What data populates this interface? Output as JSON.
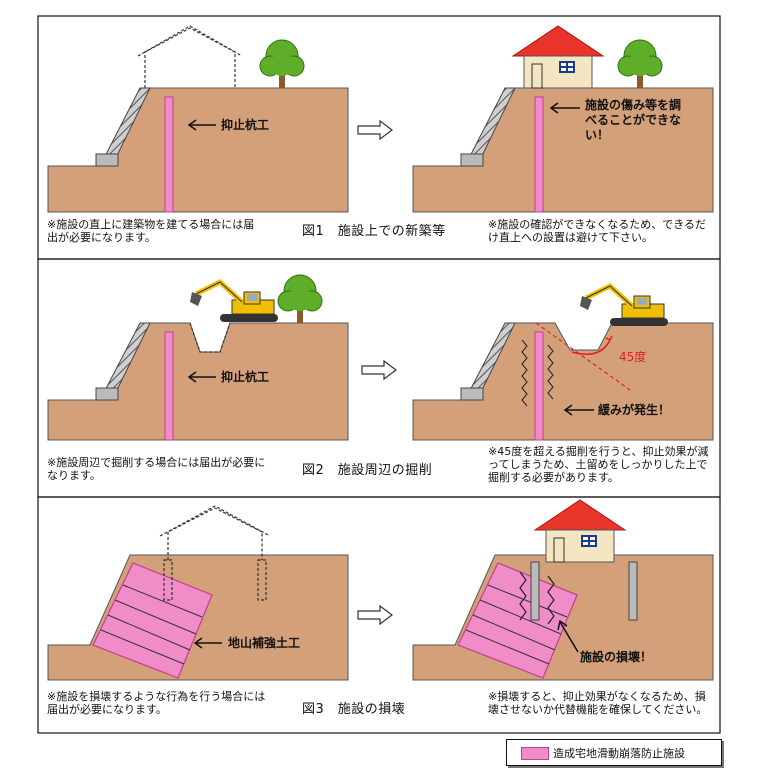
{
  "panels": [
    {
      "caption": "図1　施設上での新築等",
      "note_left": "※施設の直上に建築物を建てる場合には届出が必要になります。",
      "note_right": "※施設の確認ができなくなるため、できるだけ直上への設置は避けて下さい。",
      "label_left": "抑止杭工",
      "label_right": "施設の傷み等を調べることができない！"
    },
    {
      "caption": "図2　施設周辺の掘削",
      "note_left": "※施設周辺で掘削する場合には届出が必要になります。",
      "note_right": "※45度を超える掘削を行うと、抑止効果が減ってしまうため、土留めをしっかりした上で掘削する必要があります。",
      "label_left": "抑止杭工",
      "label_right": "緩みが発生！",
      "angle_label": "45度"
    },
    {
      "caption": "図3　施設の損壊",
      "note_left": "※施設を損壊するような行為を行う場合には届出が必要になります。",
      "note_right": "※損壊すると、抑止効果がなくなるため、損壊させないか代替機能を確保してください。",
      "label_left": "地山補強土工",
      "label_right": "施設の損壊！"
    }
  ],
  "legend": {
    "label": "造成宅地滑動崩落防止施設",
    "color": "#f08cc8"
  },
  "colors": {
    "soil": "#d3a07a",
    "pink": "#f08cc8",
    "roof": "#e8342a",
    "tree": "#5fae2a",
    "excavator": "#f0c000"
  }
}
